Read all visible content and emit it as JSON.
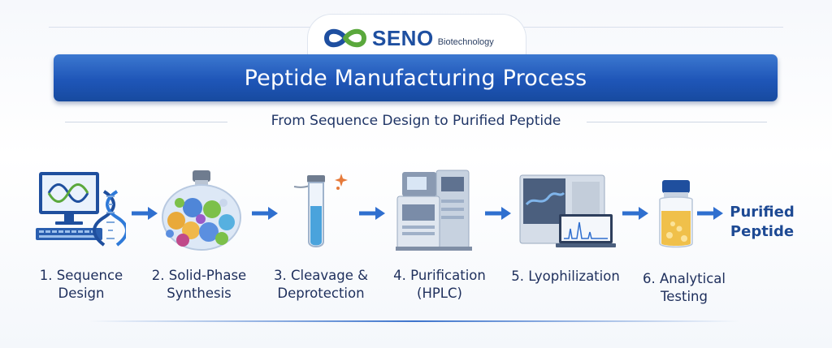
{
  "brand": {
    "name": "SENO",
    "tagline": "Biotechnology"
  },
  "title": "Peptide Manufacturing Process",
  "subtitle": "From Sequence Design to Purified Peptide",
  "steps": [
    {
      "line1": "1. Sequence",
      "line2": "Design",
      "icon": "computer-dna-icon"
    },
    {
      "line1": "2. Solid-Phase",
      "line2": "Synthesis",
      "icon": "resin-beads-icon"
    },
    {
      "line1": "3. Cleavage &",
      "line2": "Deprotection",
      "icon": "test-tube-icon"
    },
    {
      "line1": "4. Purification",
      "line2": "(HPLC)",
      "icon": "hplc-instrument-icon"
    },
    {
      "line1": "5. Lyophilization",
      "line2": "",
      "icon": "lyophilizer-icon"
    },
    {
      "line1": "6. Analytical",
      "line2": "Testing",
      "icon": "vial-icon"
    }
  ],
  "result": {
    "line1": "Purified",
    "line2": "Peptide"
  },
  "colors": {
    "brand_blue": "#1e4fa0",
    "brand_green": "#5aa83c",
    "banner": "#1f56b8",
    "arrow": "#2f6fcf"
  }
}
